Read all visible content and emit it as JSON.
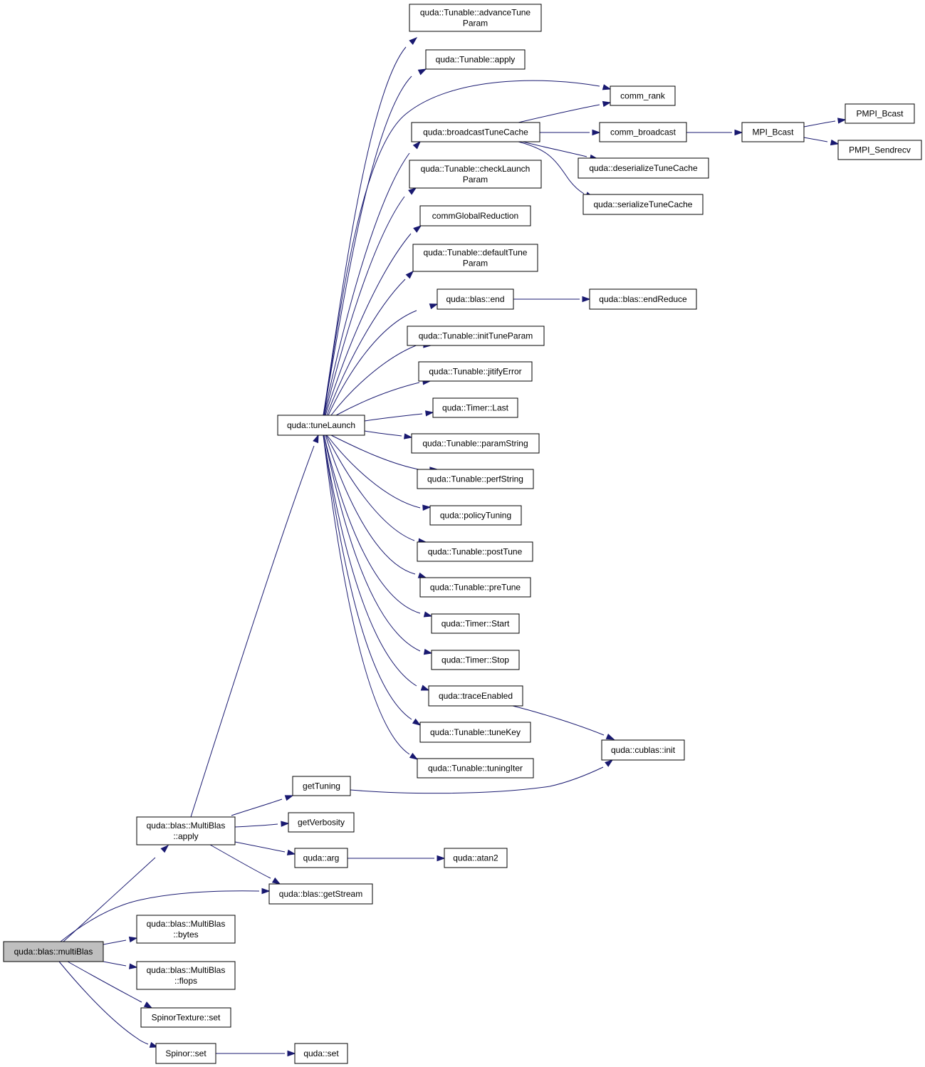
{
  "graph": {
    "nodes": [
      {
        "id": "multiBlas",
        "lines": [
          "quda::blas::multiBlas"
        ],
        "root": true
      },
      {
        "id": "apply",
        "lines": [
          "quda::blas::MultiBlas",
          "::apply"
        ]
      },
      {
        "id": "getStream",
        "lines": [
          "quda::blas::getStream"
        ]
      },
      {
        "id": "bytes",
        "lines": [
          "quda::blas::MultiBlas",
          "::bytes"
        ]
      },
      {
        "id": "flops",
        "lines": [
          "quda::blas::MultiBlas",
          "::flops"
        ]
      },
      {
        "id": "spinorTextureSet",
        "lines": [
          "SpinorTexture::set"
        ]
      },
      {
        "id": "spinorSet",
        "lines": [
          "Spinor::set"
        ]
      },
      {
        "id": "qudaSet",
        "lines": [
          "quda::set"
        ]
      },
      {
        "id": "getTuning",
        "lines": [
          "getTuning"
        ]
      },
      {
        "id": "getVerbosity",
        "lines": [
          "getVerbosity"
        ]
      },
      {
        "id": "arg",
        "lines": [
          "quda::arg"
        ]
      },
      {
        "id": "atan2",
        "lines": [
          "quda::atan2"
        ]
      },
      {
        "id": "tuneLaunch",
        "lines": [
          "quda::tuneLaunch"
        ]
      },
      {
        "id": "advanceTuneParam",
        "lines": [
          "quda::Tunable::advanceTune",
          "Param"
        ]
      },
      {
        "id": "tunableApply",
        "lines": [
          "quda::Tunable::apply"
        ]
      },
      {
        "id": "broadcastTuneCache",
        "lines": [
          "quda::broadcastTuneCache"
        ]
      },
      {
        "id": "checkLaunchParam",
        "lines": [
          "quda::Tunable::checkLaunch",
          "Param"
        ]
      },
      {
        "id": "commGlobalReduction",
        "lines": [
          "commGlobalReduction"
        ]
      },
      {
        "id": "defaultTuneParam",
        "lines": [
          "quda::Tunable::defaultTune",
          "Param"
        ]
      },
      {
        "id": "blasEnd",
        "lines": [
          "quda::blas::end"
        ]
      },
      {
        "id": "initTuneParam",
        "lines": [
          "quda::Tunable::initTuneParam"
        ]
      },
      {
        "id": "jitifyError",
        "lines": [
          "quda::Tunable::jitifyError"
        ]
      },
      {
        "id": "timerLast",
        "lines": [
          "quda::Timer::Last"
        ]
      },
      {
        "id": "paramString",
        "lines": [
          "quda::Tunable::paramString"
        ]
      },
      {
        "id": "perfString",
        "lines": [
          "quda::Tunable::perfString"
        ]
      },
      {
        "id": "policyTuning",
        "lines": [
          "quda::policyTuning"
        ]
      },
      {
        "id": "postTune",
        "lines": [
          "quda::Tunable::postTune"
        ]
      },
      {
        "id": "preTune",
        "lines": [
          "quda::Tunable::preTune"
        ]
      },
      {
        "id": "timerStart",
        "lines": [
          "quda::Timer::Start"
        ]
      },
      {
        "id": "timerStop",
        "lines": [
          "quda::Timer::Stop"
        ]
      },
      {
        "id": "traceEnabled",
        "lines": [
          "quda::traceEnabled"
        ]
      },
      {
        "id": "tuneKey",
        "lines": [
          "quda::Tunable::tuneKey"
        ]
      },
      {
        "id": "tuningIter",
        "lines": [
          "quda::Tunable::tuningIter"
        ]
      },
      {
        "id": "commRank",
        "lines": [
          "comm_rank"
        ]
      },
      {
        "id": "commBroadcast",
        "lines": [
          "comm_broadcast"
        ]
      },
      {
        "id": "deserializeTuneCache",
        "lines": [
          "quda::deserializeTuneCache"
        ]
      },
      {
        "id": "serializeTuneCache",
        "lines": [
          "quda::serializeTuneCache"
        ]
      },
      {
        "id": "endReduce",
        "lines": [
          "quda::blas::endReduce"
        ]
      },
      {
        "id": "cublasInit",
        "lines": [
          "quda::cublas::init"
        ]
      },
      {
        "id": "mpiBcast",
        "lines": [
          "MPI_Bcast"
        ]
      },
      {
        "id": "pmpiBcast",
        "lines": [
          "PMPI_Bcast"
        ]
      },
      {
        "id": "pmpiSendrecv",
        "lines": [
          "PMPI_Sendrecv"
        ]
      }
    ],
    "edges": [
      {
        "from": "multiBlas",
        "to": "apply"
      },
      {
        "from": "multiBlas",
        "to": "getStream"
      },
      {
        "from": "multiBlas",
        "to": "bytes"
      },
      {
        "from": "multiBlas",
        "to": "flops"
      },
      {
        "from": "multiBlas",
        "to": "spinorTextureSet"
      },
      {
        "from": "multiBlas",
        "to": "spinorSet"
      },
      {
        "from": "spinorSet",
        "to": "qudaSet"
      },
      {
        "from": "apply",
        "to": "tuneLaunch"
      },
      {
        "from": "apply",
        "to": "getTuning"
      },
      {
        "from": "apply",
        "to": "getVerbosity"
      },
      {
        "from": "apply",
        "to": "arg"
      },
      {
        "from": "apply",
        "to": "getStream"
      },
      {
        "from": "arg",
        "to": "atan2"
      },
      {
        "from": "getTuning",
        "to": "cublasInit"
      },
      {
        "from": "tuneLaunch",
        "to": "advanceTuneParam"
      },
      {
        "from": "tuneLaunch",
        "to": "tunableApply"
      },
      {
        "from": "tuneLaunch",
        "to": "commRank"
      },
      {
        "from": "tuneLaunch",
        "to": "broadcastTuneCache"
      },
      {
        "from": "tuneLaunch",
        "to": "checkLaunchParam"
      },
      {
        "from": "tuneLaunch",
        "to": "commGlobalReduction"
      },
      {
        "from": "tuneLaunch",
        "to": "defaultTuneParam"
      },
      {
        "from": "tuneLaunch",
        "to": "blasEnd"
      },
      {
        "from": "tuneLaunch",
        "to": "initTuneParam"
      },
      {
        "from": "tuneLaunch",
        "to": "jitifyError"
      },
      {
        "from": "tuneLaunch",
        "to": "timerLast"
      },
      {
        "from": "tuneLaunch",
        "to": "paramString"
      },
      {
        "from": "tuneLaunch",
        "to": "perfString"
      },
      {
        "from": "tuneLaunch",
        "to": "policyTuning"
      },
      {
        "from": "tuneLaunch",
        "to": "postTune"
      },
      {
        "from": "tuneLaunch",
        "to": "preTune"
      },
      {
        "from": "tuneLaunch",
        "to": "timerStart"
      },
      {
        "from": "tuneLaunch",
        "to": "timerStop"
      },
      {
        "from": "tuneLaunch",
        "to": "traceEnabled"
      },
      {
        "from": "tuneLaunch",
        "to": "tuneKey"
      },
      {
        "from": "tuneLaunch",
        "to": "tuningIter"
      },
      {
        "from": "broadcastTuneCache",
        "to": "commRank"
      },
      {
        "from": "broadcastTuneCache",
        "to": "commBroadcast"
      },
      {
        "from": "broadcastTuneCache",
        "to": "deserializeTuneCache"
      },
      {
        "from": "broadcastTuneCache",
        "to": "serializeTuneCache"
      },
      {
        "from": "commBroadcast",
        "to": "mpiBcast"
      },
      {
        "from": "mpiBcast",
        "to": "pmpiBcast"
      },
      {
        "from": "mpiBcast",
        "to": "pmpiSendrecv"
      },
      {
        "from": "blasEnd",
        "to": "endReduce"
      },
      {
        "from": "traceEnabled",
        "to": "cublasInit"
      }
    ]
  }
}
